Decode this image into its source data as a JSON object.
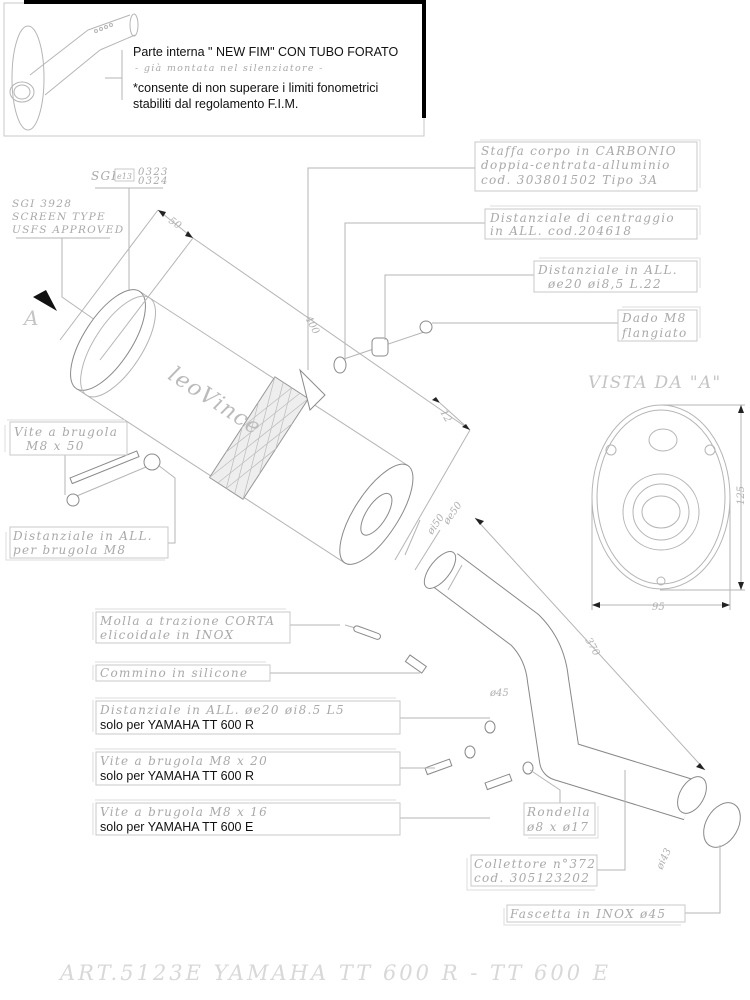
{
  "insert_box": {
    "title": "Parte interna \"  NEW FIM\" CON TUBO FORATO",
    "subtitle": "- già montata nel silenziatore -",
    "note_line1": "*consente di non superare i limiti  fonometrici",
    "note_line2": " stabiliti dal regolamento F.I.M."
  },
  "certifications": {
    "sgi_prefix": "SGI",
    "e_mark": "e13",
    "code1": "0323",
    "code2": "0324",
    "usfs_line1": "SGI 3928",
    "usfs_line2": "SCREEN TYPE",
    "usfs_line3": "USFS APPROVED"
  },
  "view_marker": "A",
  "view_title": "VISTA DA \"A\"",
  "labels": {
    "staffa": [
      "Staffa corpo in CARBONIO",
      "doppia-centrata-alluminio",
      "cod. 303801502    Tipo 3A"
    ],
    "distanziale_centraggio": [
      "Distanziale di centraggio",
      "in ALL.  cod.204618"
    ],
    "distanziale_all": [
      "Distanziale in ALL.",
      "øe20 øi8,5 L.22"
    ],
    "dado": [
      "Dado M8",
      "flangiato"
    ],
    "vite_50": [
      "Vite a brugola",
      "M8 x 50"
    ],
    "distanziale_brugola": [
      "Distanziale in ALL.",
      "per brugola M8"
    ],
    "molla": [
      "Molla a trazione CORTA",
      "elicoidale in INOX"
    ],
    "commino": [
      "Commino in silicone"
    ],
    "distanziale_l5": [
      "Distanziale in ALL. øe20 øi8.5 L5",
      "solo per  YAMAHA TT 600 R"
    ],
    "vite_20": [
      "Vite a brugola M8 x 20",
      "solo per  YAMAHA TT 600 R"
    ],
    "vite_16": [
      "Vite a brugola M8 x 16",
      "solo per  YAMAHA TT 600 E"
    ],
    "rondella": [
      "Rondella",
      "ø8 x ø17"
    ],
    "collettore": [
      "Collettore n°372",
      "cod. 305123202"
    ],
    "fascetta": [
      "Fascetta in INOX ø45"
    ]
  },
  "dimensions": {
    "d50": "50",
    "d400": "400",
    "d12": "12",
    "di50": "øi50",
    "de50": "øe50",
    "d370": "370",
    "d45": "ø45",
    "di43": "øi43",
    "d125": "125",
    "d95": "95"
  },
  "footer_title": "ART.5123E     YAMAHA TT 600 R  -  TT 600 E"
}
